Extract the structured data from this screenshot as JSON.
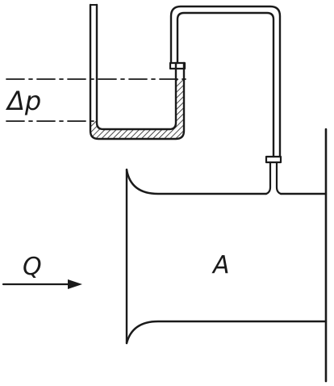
{
  "diagram": {
    "labels": {
      "pressure_difference": "Δp",
      "flow": "Q",
      "area": "A"
    }
  }
}
